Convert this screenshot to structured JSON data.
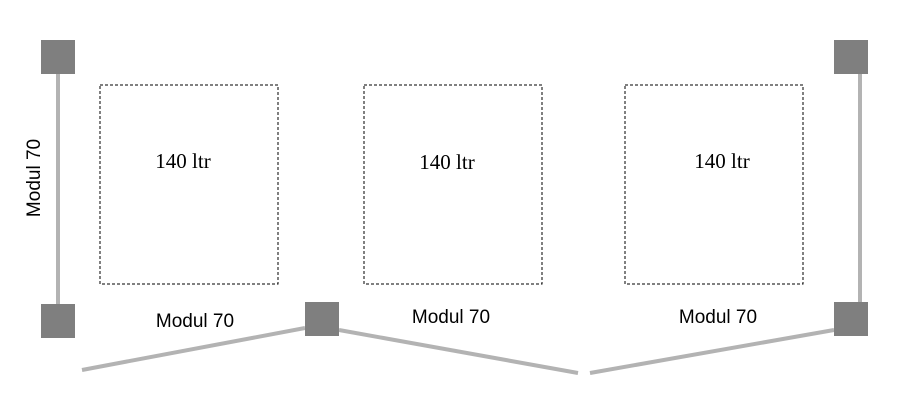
{
  "colors": {
    "post": "#7f7f7f",
    "rail": "#b3b3b3",
    "outline": "#000000",
    "background": "#ffffff"
  },
  "containers": [
    {
      "capacity": "140 ltr"
    },
    {
      "capacity": "140 ltr"
    },
    {
      "capacity": "140 ltr"
    }
  ],
  "module_labels": {
    "left_side": "Modul 70",
    "bottom_1": "Modul 70",
    "bottom_2": "Modul 70",
    "bottom_3": "Modul 70"
  }
}
